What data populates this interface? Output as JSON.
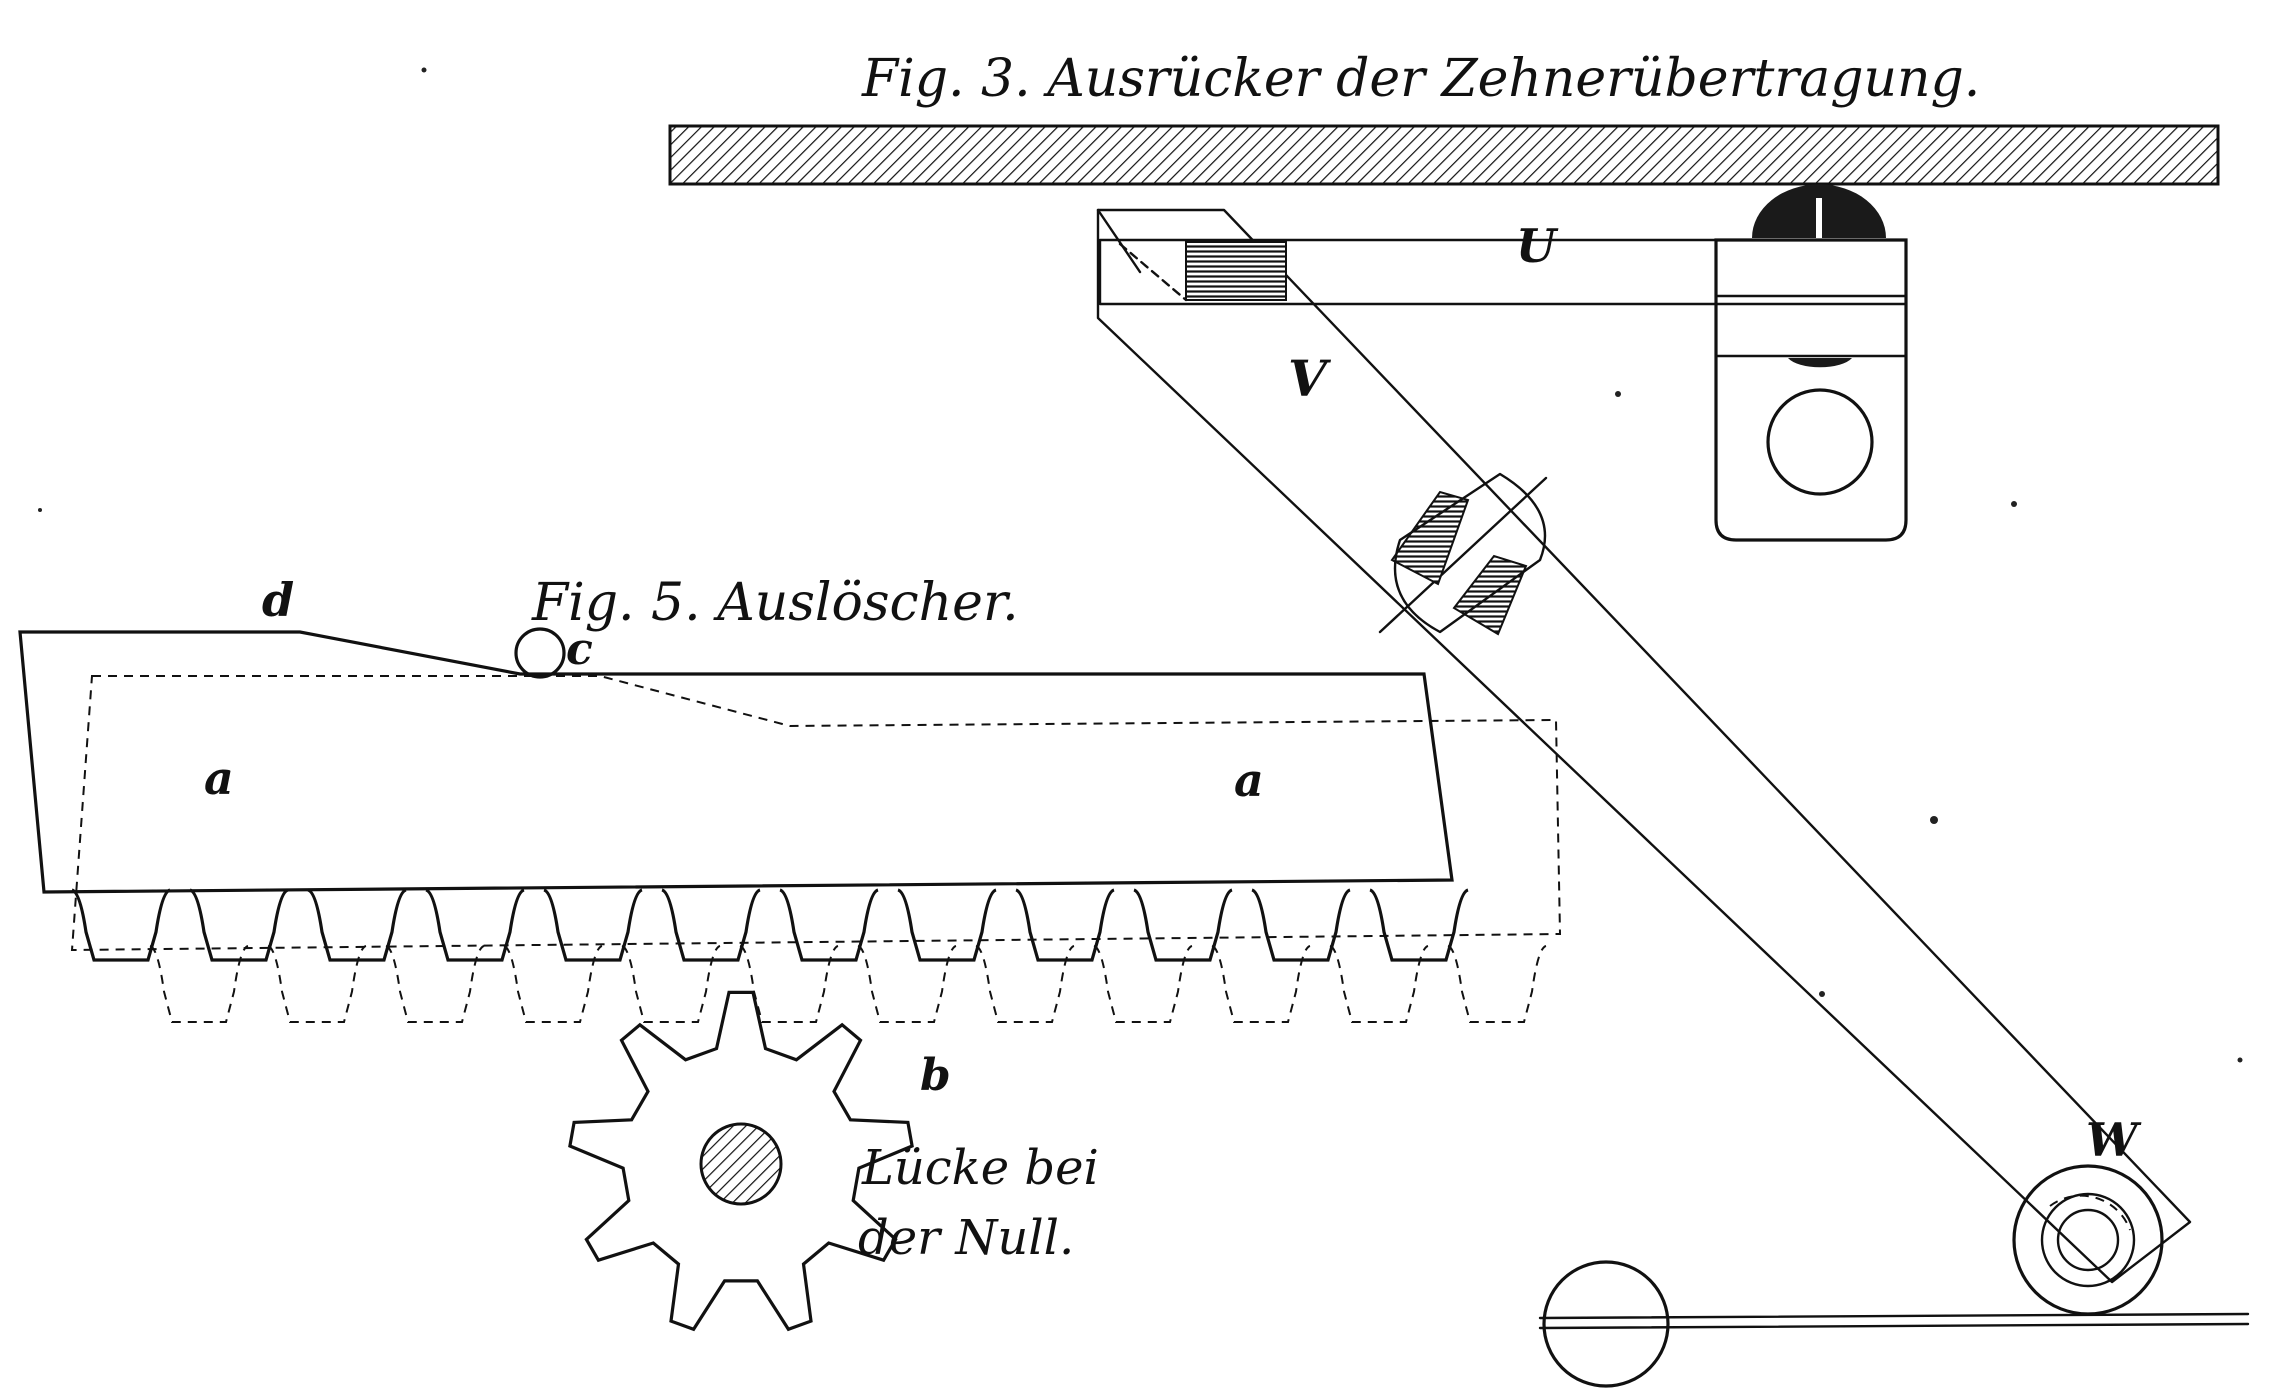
{
  "figure3": {
    "title": "Fig. 3. Ausrücker der Zehnerübertragung.",
    "labels": {
      "U": "U",
      "V": "V",
      "W": "W"
    }
  },
  "figure5": {
    "title": "Fig. 5. Auslöscher.",
    "labels": {
      "d": "d",
      "c": "c",
      "a_left": "a",
      "a_right": "a",
      "b": "b"
    },
    "note_line1": "Lücke bei",
    "note_line2": "der Null."
  },
  "colors": {
    "ink": "#111111",
    "paper": "#ffffff"
  }
}
